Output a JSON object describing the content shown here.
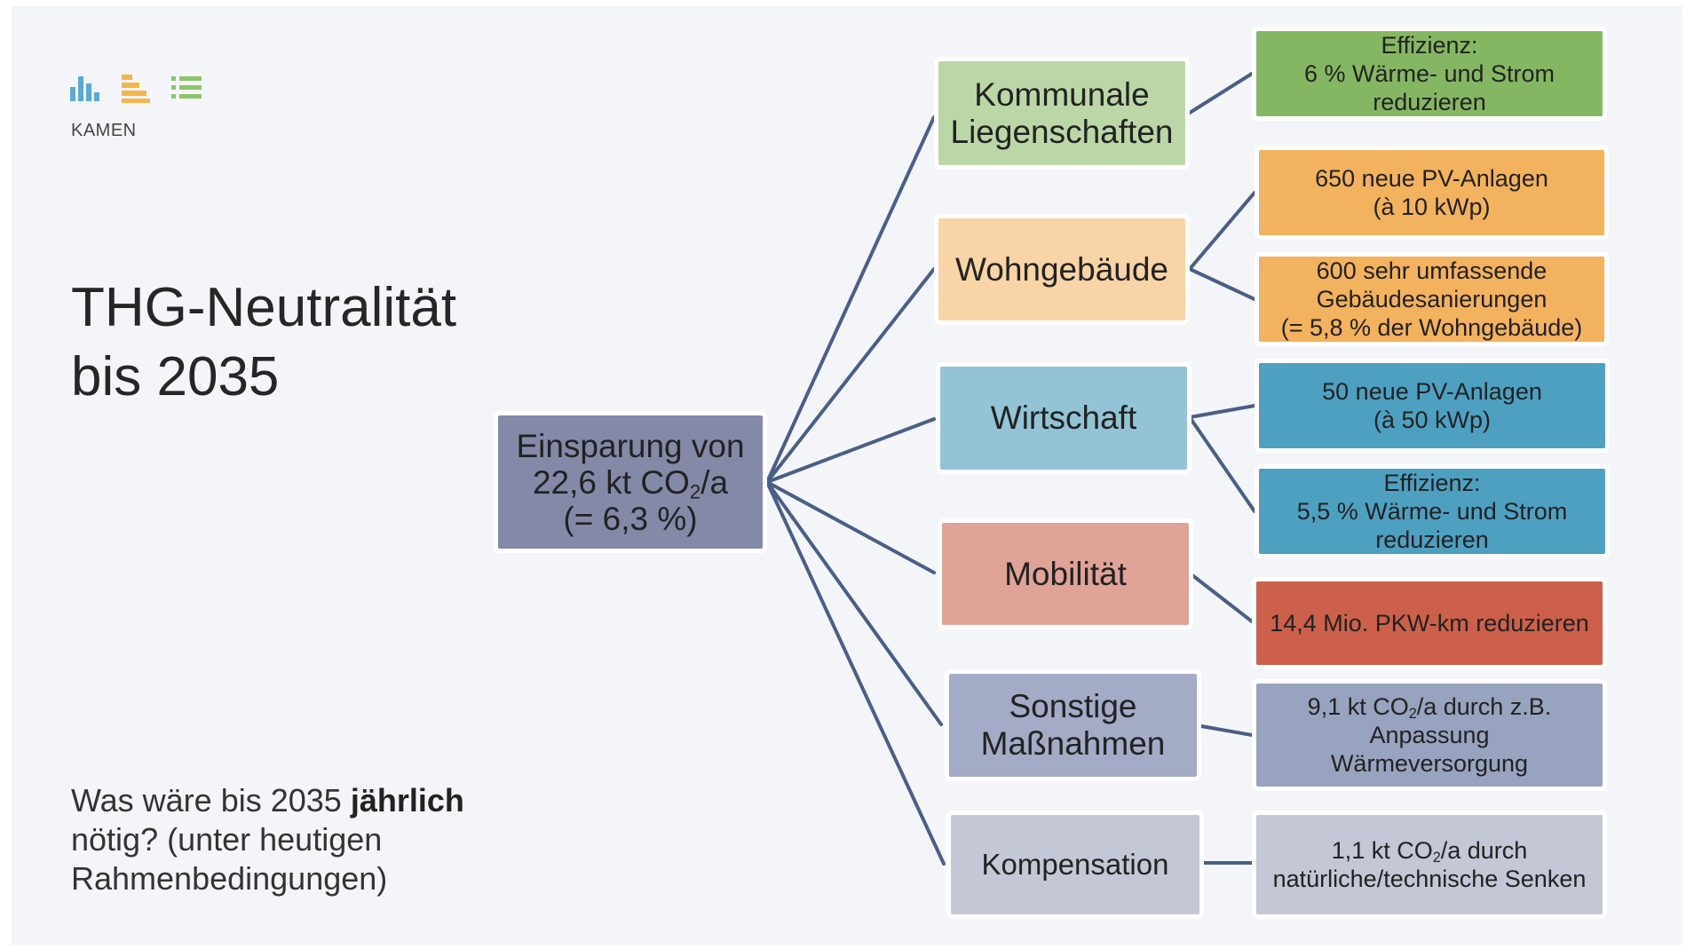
{
  "header": {
    "icons": [
      "bar-chart-icon",
      "horizontal-bar-chart-icon",
      "list-icon"
    ],
    "brand": "KAMEN"
  },
  "title": {
    "line1": "THG-Neutralität",
    "line2": "bis 2035"
  },
  "question": {
    "part1": "Was wäre bis 2035 ",
    "bold": "jährlich",
    "line2": "nötig? (unter heutigen",
    "line3": "Rahmenbedingungen)"
  },
  "root": {
    "line1": "Einsparung von",
    "line2_pre": "22,6 kt CO",
    "line2_sub": "2",
    "line2_post": "/a",
    "line3": "(= 6,3 %)",
    "color": "#8489a8"
  },
  "categories": [
    {
      "name": "kommunale",
      "lines": [
        "Kommunale",
        "Liegenschaften"
      ],
      "color": "#bcd7a7"
    },
    {
      "name": "wohngebaeude",
      "lines": [
        "Wohngebäude"
      ],
      "color": "#f8d4a6"
    },
    {
      "name": "wirtschaft",
      "lines": [
        "Wirtschaft"
      ],
      "color": "#93c4d6"
    },
    {
      "name": "mobilitaet",
      "lines": [
        "Mobilität"
      ],
      "color": "#e0a398"
    },
    {
      "name": "sonstige",
      "lines": [
        "Sonstige",
        "Maßnahmen"
      ],
      "color": "#a3abc6"
    },
    {
      "name": "kompensation",
      "lines": [
        "Kompensation"
      ],
      "color": "#c4c8d6"
    }
  ],
  "details": [
    {
      "lines": [
        "Effizienz:",
        "6 % Wärme- und Strom",
        "reduzieren"
      ],
      "color": "#85b763"
    },
    {
      "lines": [
        "650 neue PV-Anlagen",
        "(à 10 kWp)"
      ],
      "color": "#f3b25e"
    },
    {
      "lines": [
        "600 sehr umfassende",
        "Gebäudesanierungen",
        "(= 5,8 % der Wohngebäude)"
      ],
      "color": "#f3b25e"
    },
    {
      "lines": [
        "50 neue PV-Anlagen",
        "(à 50 kWp)"
      ],
      "color": "#4ea0c1"
    },
    {
      "lines": [
        "Effizienz:",
        "5,5 % Wärme- und Strom",
        "reduzieren"
      ],
      "color": "#4ea0c1"
    },
    {
      "lines": [
        "14,4 Mio. PKW-km reduzieren"
      ],
      "color": "#cc604b"
    },
    {
      "line1_pre": "9,1 kt CO",
      "line1_sub": "2",
      "line1_post": "/a durch z.B.",
      "lines": [
        "Anpassung",
        "Wärmeversorgung"
      ],
      "color": "#98a3bf"
    },
    {
      "line1_pre": "1,1 kt CO",
      "line1_sub": "2",
      "line1_post": "/a durch",
      "lines": [
        "natürliche/technische Senken"
      ],
      "color": "#c3c7d6"
    }
  ],
  "connector_color": "#4a5f86"
}
